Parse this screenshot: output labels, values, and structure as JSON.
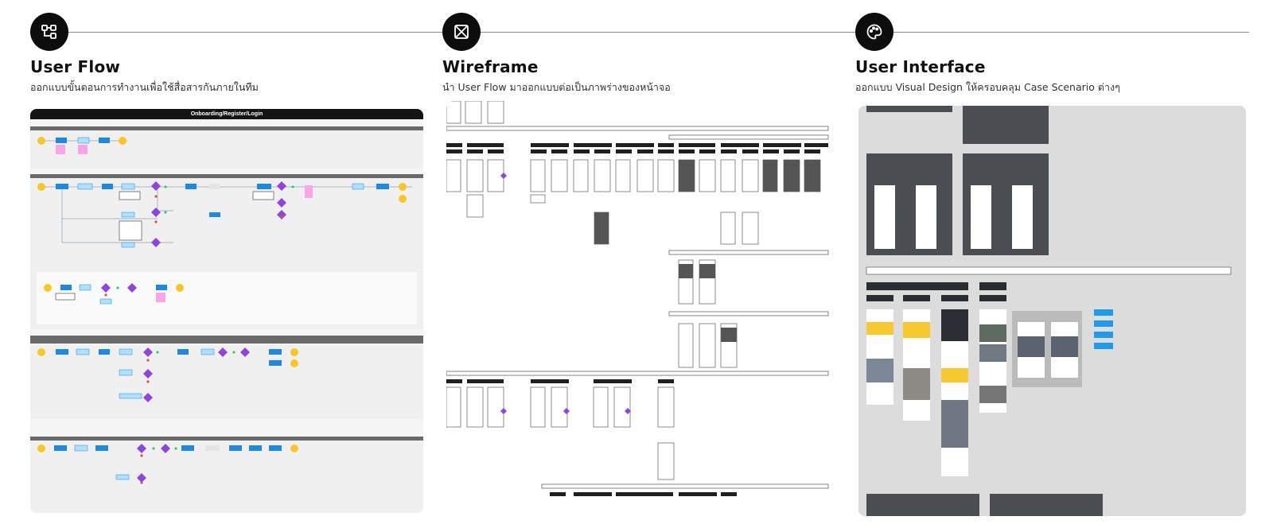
{
  "columns": [
    {
      "icon": "flow-icon",
      "title": "User Flow",
      "subtitle": "ออกแบบขั้นตอนการทำงานเพื่อใช้สื่อสารกันภายในทีม"
    },
    {
      "icon": "wireframe-icon",
      "title": "Wireframe",
      "subtitle": "นำ User Flow มาออกแบบต่อเป็นภาพร่างของหน้าจอ"
    },
    {
      "icon": "palette-icon",
      "title": "User Interface",
      "subtitle": "ออกแบบ Visual Design ให้ครอบคลุม Case Scenario ต่างๆ"
    }
  ],
  "user_flow_board": {
    "header": "Onboarding/Register/Login"
  },
  "colors": {
    "primary": "#0d0d0d",
    "flow_blue": "#1e88e5",
    "decision_purple": "#8e44e0",
    "start_yellow": "#f9c623",
    "note_pink": "#f8a6e8"
  }
}
